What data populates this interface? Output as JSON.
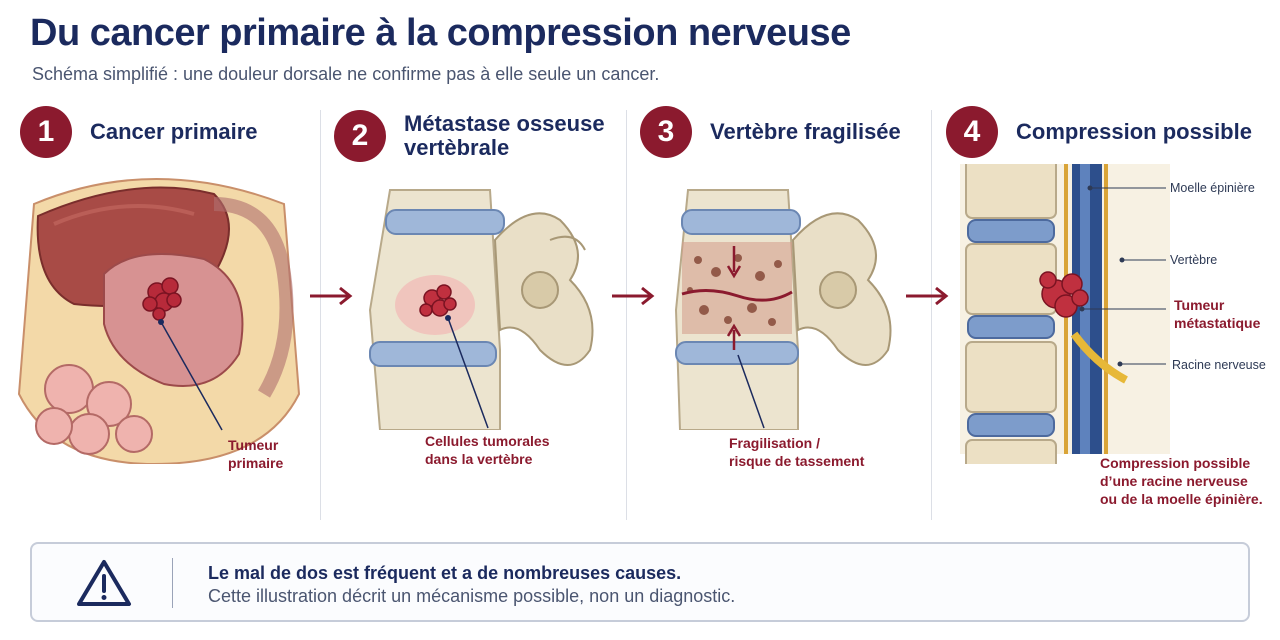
{
  "header": {
    "title": "Du cancer primaire à la compression nerveuse",
    "subtitle": "Schéma simplifié : une douleur dorsale ne confirme pas à elle seule un cancer."
  },
  "steps": [
    {
      "number": "1",
      "title": "Cancer primaire",
      "label_lines": [
        "Tumeur",
        "primaire"
      ]
    },
    {
      "number": "2",
      "title_lines": [
        "Métastase osseuse",
        "vertèbrale"
      ],
      "label_lines": [
        "Cellules tumorales",
        "dans la vertèbre"
      ]
    },
    {
      "number": "3",
      "title": "Vertèbre fragilisée",
      "label_lines": [
        "Fragilisation /",
        "risque de tassement"
      ]
    },
    {
      "number": "4",
      "title": "Compression possible",
      "labels": {
        "spinal_cord": "Moelle épinière",
        "vertebra": "Vertèbre",
        "tumor_lines": [
          "Tumeur",
          "métastatique"
        ],
        "nerve_root": "Racine nerveuse"
      },
      "label_lines": [
        "Compression possible",
        "d’une racine nerveuse",
        "ou de la moelle épinière."
      ]
    }
  ],
  "disclaimer": {
    "icon": "warning-icon",
    "line1": "Le mal de dos est fréquent et a de nombreuses causes.",
    "line2": "Cette illustration décrit un mécanisme possible, non un diagnostic."
  },
  "colors": {
    "accent": "#8b1a2e",
    "title": "#1b2a5e"
  }
}
